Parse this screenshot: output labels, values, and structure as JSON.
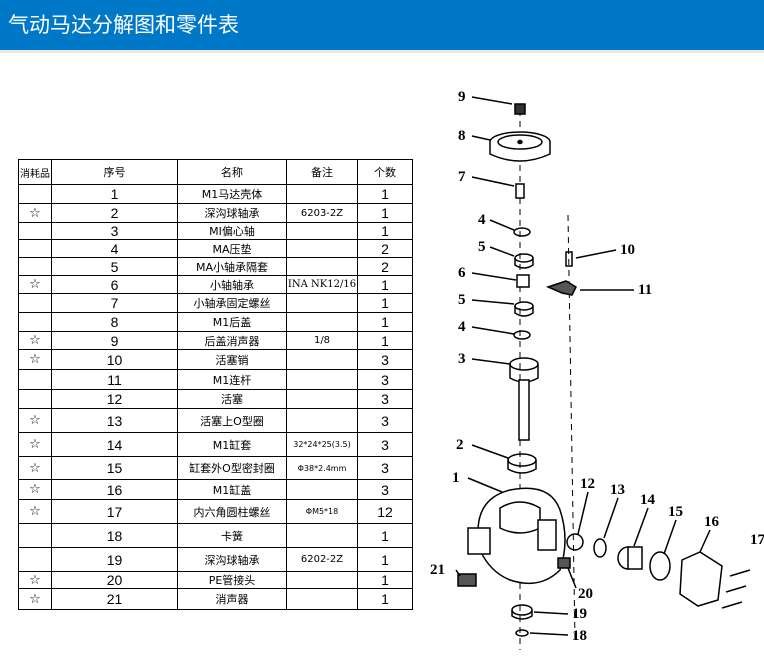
{
  "header": {
    "title": "气动马达分解图和零件表"
  },
  "table": {
    "columns": [
      "消耗品",
      "序号",
      "名称",
      "备注",
      "个数"
    ],
    "rows": [
      {
        "consumable": "",
        "no": "1",
        "name": "M1马达壳体",
        "note": "",
        "qty": "1"
      },
      {
        "consumable": "☆",
        "no": "2",
        "name": "深沟球轴承",
        "note": "6203-2Z",
        "qty": "1"
      },
      {
        "consumable": "",
        "no": "3",
        "name": "MI偏心轴",
        "note": "",
        "qty": "1"
      },
      {
        "consumable": "",
        "no": "4",
        "name": "MA压垫",
        "note": "",
        "qty": "2"
      },
      {
        "consumable": "",
        "no": "5",
        "name": "MA小轴承隔套",
        "note": "",
        "qty": "2"
      },
      {
        "consumable": "☆",
        "no": "6",
        "name": "小轴轴承",
        "note": "INA NK12/16",
        "qty": "1"
      },
      {
        "consumable": "",
        "no": "7",
        "name": "小轴承固定螺丝",
        "note": "",
        "qty": "1"
      },
      {
        "consumable": "",
        "no": "8",
        "name": "M1后盖",
        "note": "",
        "qty": "1"
      },
      {
        "consumable": "☆",
        "no": "9",
        "name": "后盖消声器",
        "note": "1/8",
        "qty": "1"
      },
      {
        "consumable": "☆",
        "no": "10",
        "name": "活塞销",
        "note": "",
        "qty": "3"
      },
      {
        "consumable": "",
        "no": "11",
        "name": "M1连杆",
        "note": "",
        "qty": "3"
      },
      {
        "consumable": "",
        "no": "12",
        "name": "活塞",
        "note": "",
        "qty": "3"
      },
      {
        "consumable": "☆",
        "no": "13",
        "name": "活塞上O型圈",
        "note": "",
        "qty": "3"
      },
      {
        "consumable": "☆",
        "no": "14",
        "name": "M1缸套",
        "note": "32*24*25(3.5)",
        "qty": "3"
      },
      {
        "consumable": "☆",
        "no": "15",
        "name": "缸套外O型密封圈",
        "note": "Φ38*2.4mm",
        "qty": "3"
      },
      {
        "consumable": "☆",
        "no": "16",
        "name": "M1缸盖",
        "note": "",
        "qty": "3"
      },
      {
        "consumable": "☆",
        "no": "17",
        "name": "内六角圆柱螺丝",
        "note": "ΦM5*18",
        "qty": "12"
      },
      {
        "consumable": "",
        "no": "18",
        "name": "卡簧",
        "note": "",
        "qty": "1"
      },
      {
        "consumable": "",
        "no": "19",
        "name": "深沟球轴承",
        "note": "6202-2Z",
        "qty": "1"
      },
      {
        "consumable": "☆",
        "no": "20",
        "name": "PE管接头",
        "note": "",
        "qty": "1"
      },
      {
        "consumable": "☆",
        "no": "21",
        "name": "消声器",
        "note": "",
        "qty": "1"
      }
    ]
  },
  "drawing": {
    "labels": [
      "9",
      "8",
      "7",
      "4",
      "5",
      "6",
      "5",
      "4",
      "3",
      "2",
      "1",
      "10",
      "11",
      "12",
      "13",
      "14",
      "15",
      "16",
      "17",
      "21",
      "20",
      "19",
      "18"
    ]
  }
}
